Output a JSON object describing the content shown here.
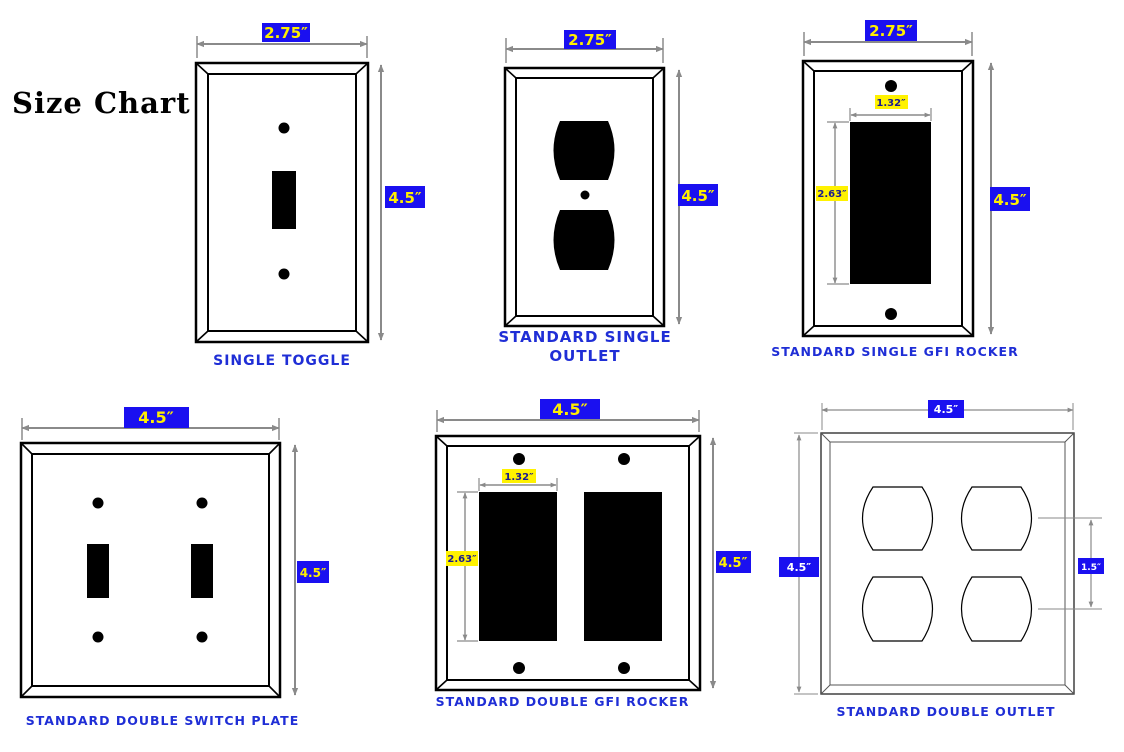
{
  "title": "Size Chart",
  "plates": [
    {
      "name": "SINGLE TOGGLE",
      "width": "2.75″",
      "height": "4.5″"
    },
    {
      "name_line1": "STANDARD SINGLE",
      "name_line2": "OUTLET",
      "width": "2.75″",
      "height": "4.5″"
    },
    {
      "name": "STANDARD SINGLE GFI ROCKER",
      "width": "2.75″",
      "height": "4.5″",
      "opening_width": "1.32″",
      "opening_height": "2.63″"
    },
    {
      "name": "STANDARD DOUBLE SWITCH PLATE",
      "width": "4.5″",
      "height": "4.5″"
    },
    {
      "name": "STANDARD DOUBLE GFI ROCKER",
      "width": "4.5″",
      "height": "4.5″",
      "opening_width": "1.32″",
      "opening_height": "2.63″"
    },
    {
      "name": "STANDARD DOUBLE OUTLET",
      "width": "4.5″",
      "height": "4.5″",
      "spacing": "1.5″"
    }
  ],
  "colors": {
    "tag_blue": "#1a10f0",
    "tag_text": "#ffef00",
    "tag_yellow": "#fff200",
    "tag_dark_text": "#1a1a90",
    "label_blue": "#1f2ed6",
    "arrow_gray": "#8a8a8a"
  }
}
